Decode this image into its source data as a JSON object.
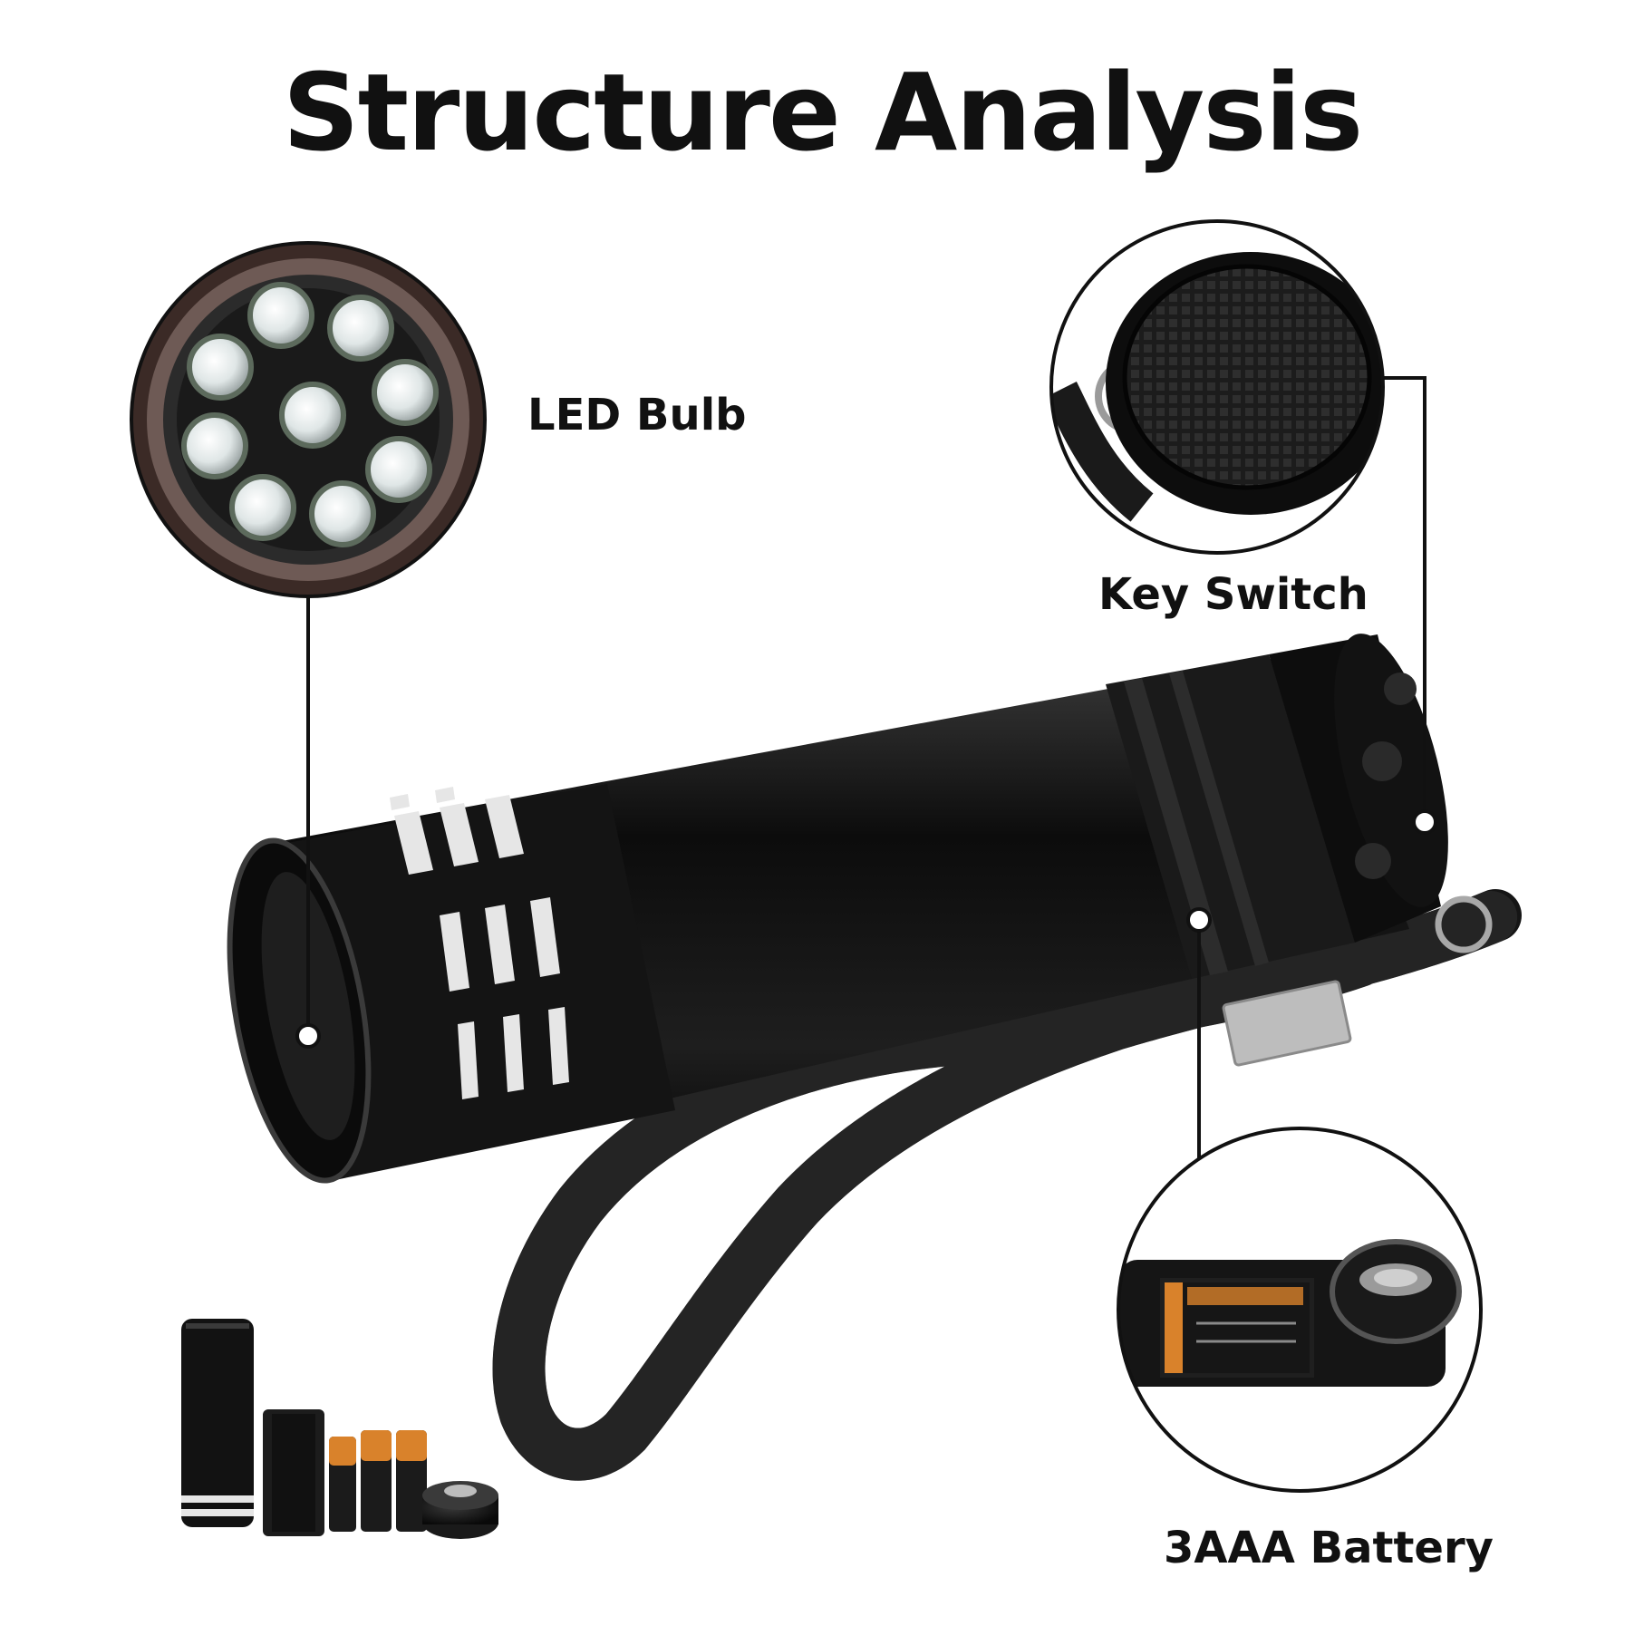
{
  "title": "Structure Analysis",
  "callouts": {
    "led": {
      "label": "LED Bulb"
    },
    "switch": {
      "label": "Key Switch"
    },
    "battery": {
      "label": "3AAA Battery"
    }
  },
  "colors": {
    "body": "#161616",
    "trim": "#e8e8e8",
    "line": "#111111",
    "battery_orange": "#d9822b"
  }
}
